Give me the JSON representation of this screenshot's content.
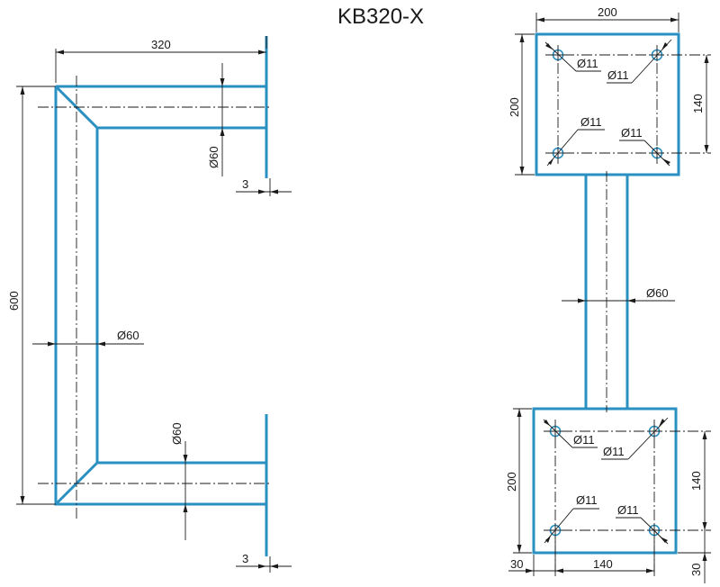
{
  "title": "KB320-X",
  "colors": {
    "part": "#2a8fc1",
    "dimension": "#1a1a1a"
  },
  "side_view": {
    "length": "320",
    "height": "600",
    "tube_dia_top": "Ø60",
    "tube_dia_mid": "Ø60",
    "tube_dia_bottom": "Ø60",
    "plate_thickness_top": "3",
    "plate_thickness_bottom": "3"
  },
  "front_view": {
    "plate_width": "200",
    "upper_plate_height": "200",
    "upper_hole_spacing": "140",
    "upper_holes": [
      "Ø11",
      "Ø11",
      "Ø11",
      "Ø11"
    ],
    "tube_dia": "Ø60",
    "lower_plate_height": "200",
    "lower_hole_spacing_v": "140",
    "lower_hole_spacing_h": "140",
    "lower_edge_left": "30",
    "lower_edge_bottom": "30",
    "lower_holes": [
      "Ø11",
      "Ø11",
      "Ø11",
      "Ø11"
    ]
  }
}
